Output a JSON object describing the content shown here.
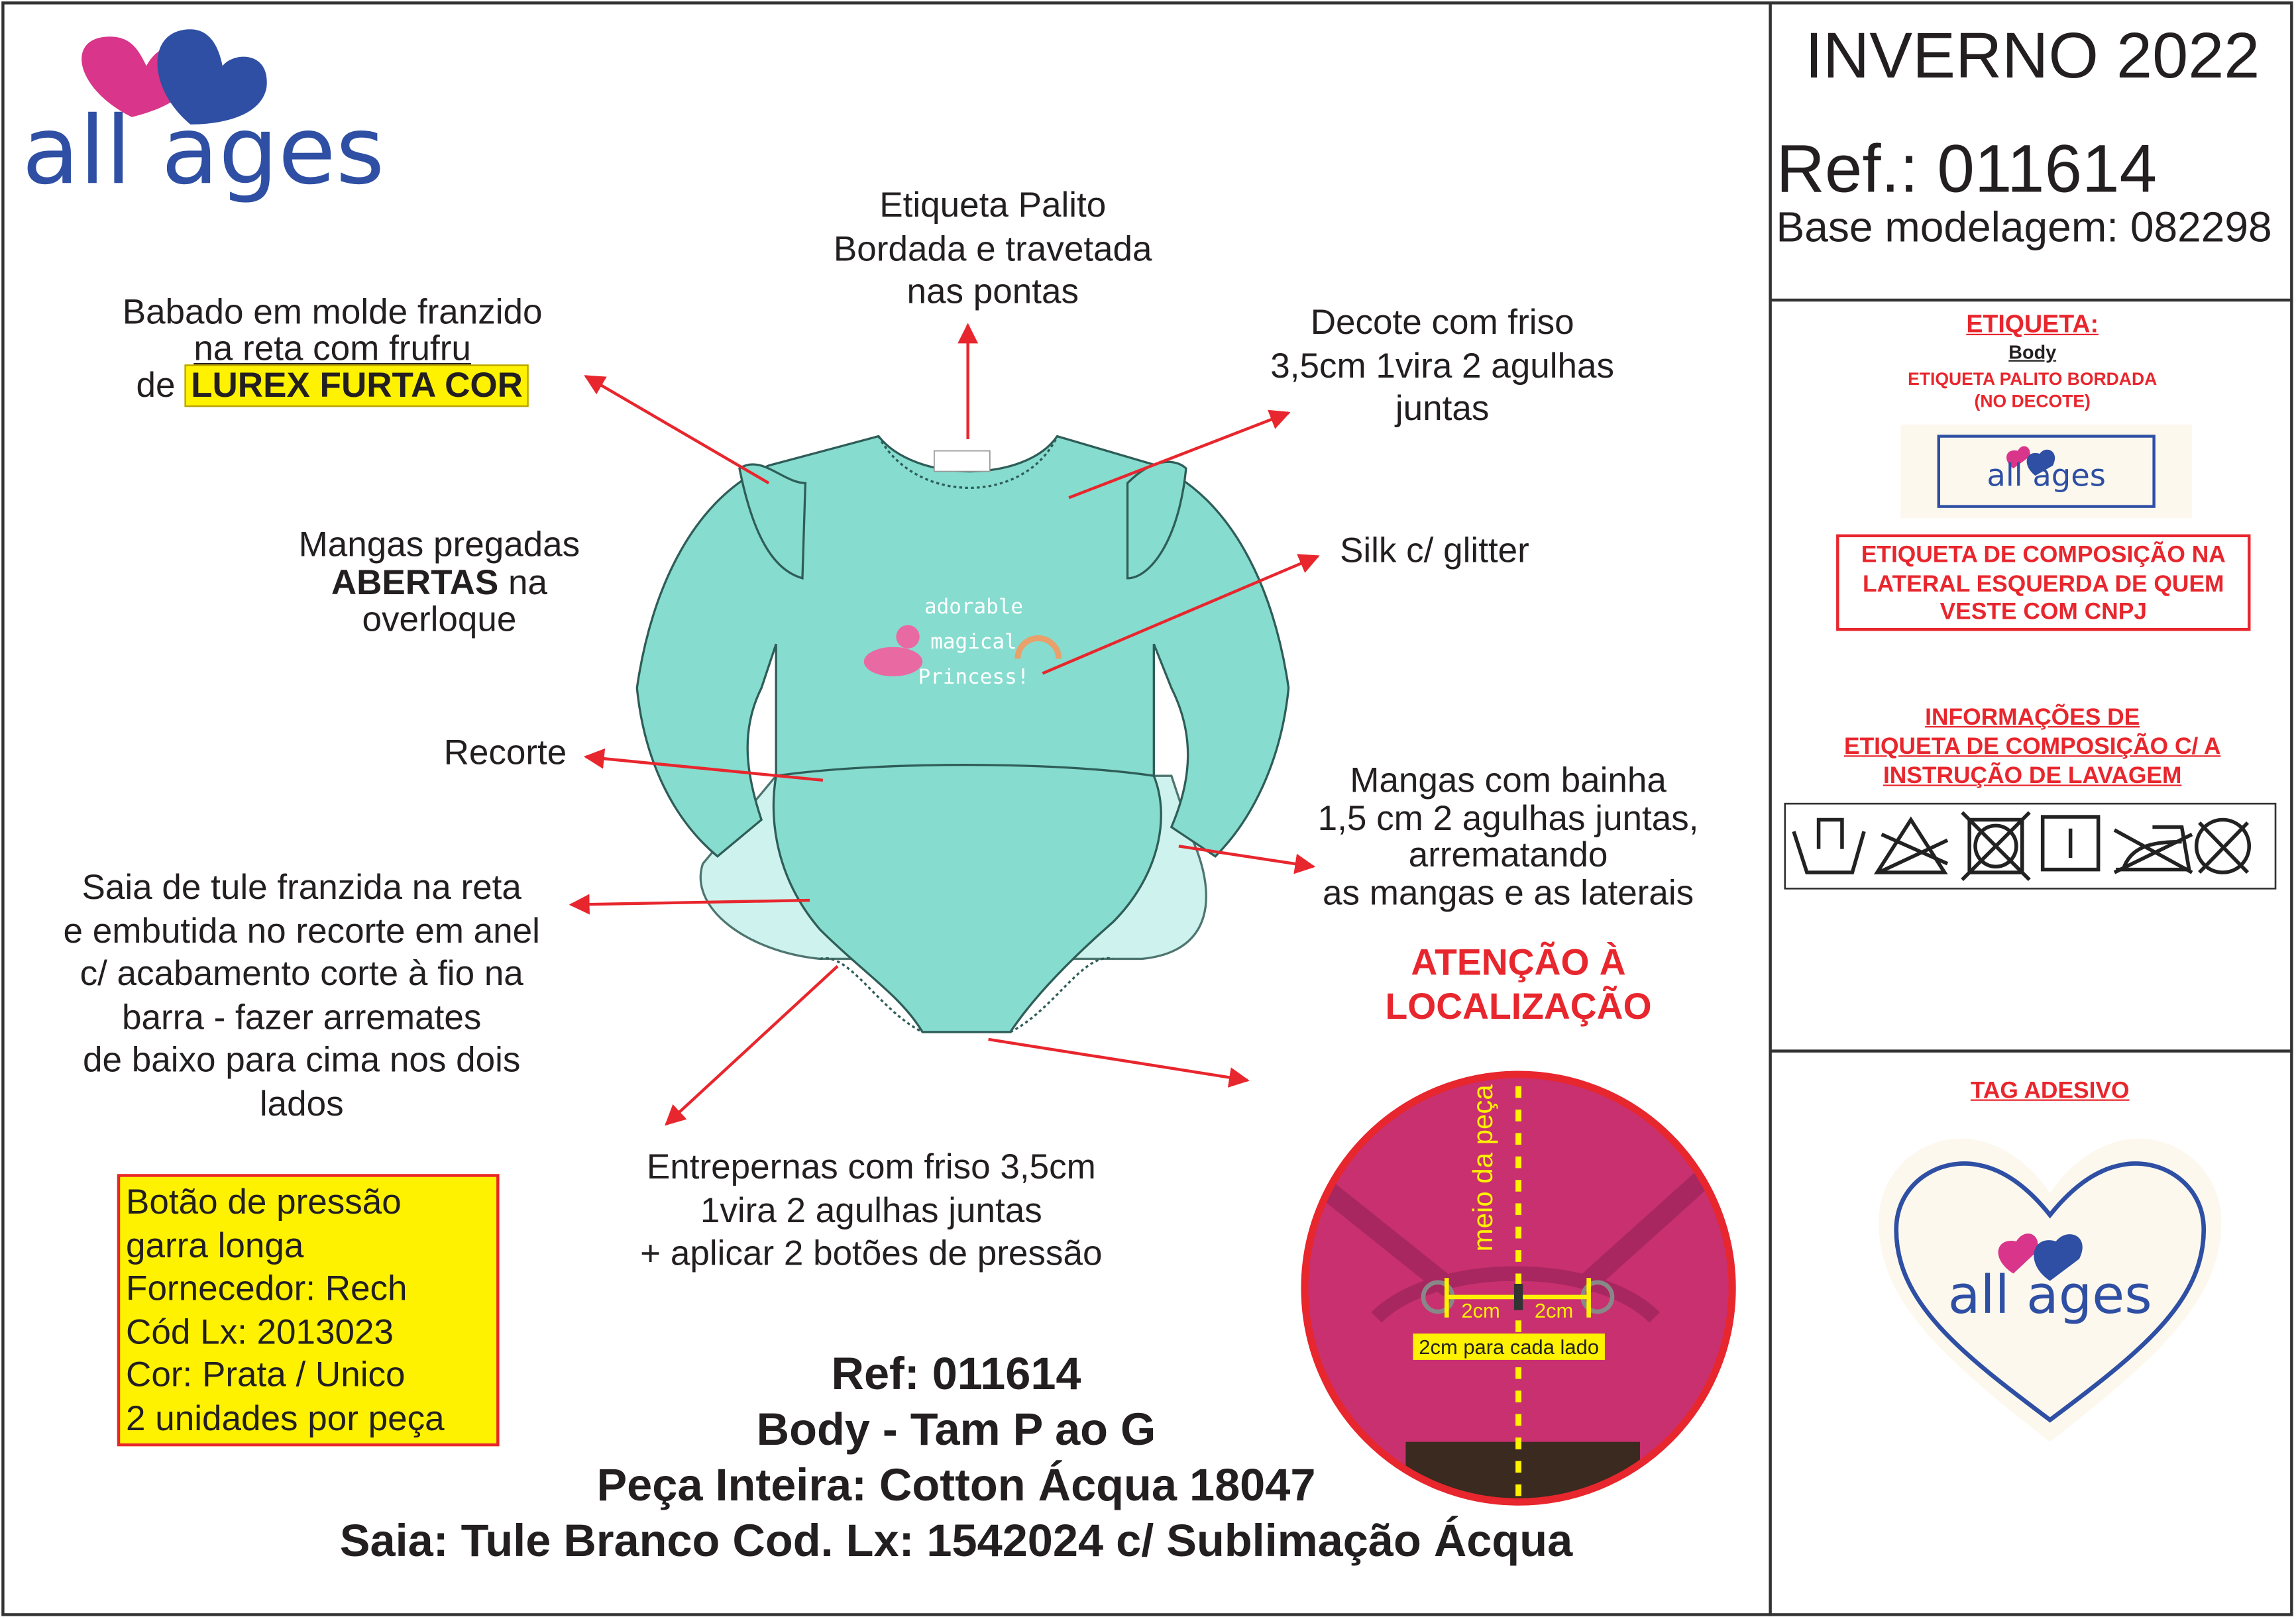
{
  "brand": {
    "name": "all ages"
  },
  "header": {
    "season": "INVERNO 2022",
    "ref": "Ref.: 011614",
    "base": "Base modelagem: 082298"
  },
  "etiqueta": {
    "title": "ETIQUETA:",
    "item": "Body",
    "line1": "ETIQUETA PALITO BORDADA",
    "line2": "(NO DECOTE)",
    "label_logo": "all ages",
    "composition_box": [
      "ETIQUETA DE COMPOSIÇÃO NA",
      "LATERAL ESQUERDA DE QUEM",
      "VESTE COM CNPJ"
    ],
    "info": [
      "INFORMAÇÕES DE",
      "ETIQUETA DE COMPOSIÇÃO C/ A",
      "INSTRUÇÃO DE LAVAGEM"
    ],
    "care_icons": [
      "hand-wash-icon",
      "no-bleach-icon",
      "no-tumble-dry-icon",
      "line-dry-icon",
      "no-iron-icon",
      "no-dry-clean-icon"
    ]
  },
  "tag": {
    "title": "TAG ADESIVO",
    "logo": "all ages"
  },
  "annotations": {
    "babado": [
      "Babado em molde franzido",
      "na reta com frufru",
      "de ",
      "LUREX FURTA COR"
    ],
    "etiqueta_palito": [
      "Etiqueta Palito",
      "Bordada e travetada",
      "nas pontas"
    ],
    "decote": [
      "Decote com friso",
      "3,5cm 1vira 2 agulhas",
      "juntas"
    ],
    "mangas_pregadas": [
      "Mangas pregadas",
      "ABERTAS",
      " na",
      "overloque"
    ],
    "silk": "Silk c/ glitter",
    "recorte": "Recorte",
    "mangas_bainha": [
      "Mangas com bainha",
      "1,5 cm  2 agulhas juntas,",
      "arrematando",
      "as mangas e as laterais"
    ],
    "saia": [
      "Saia de tule franzida na reta",
      "e embutida no recorte em anel",
      "c/ acabamento corte à fio na",
      "barra - fazer arremates",
      "de baixo para cima nos dois",
      "lados"
    ],
    "entrepernas": [
      "Entrepernas com friso 3,5cm",
      "1vira 2 agulhas juntas",
      "+ aplicar 2 botões de pressão"
    ]
  },
  "button_box": [
    "Botão de pressão",
    "garra longa",
    "Fornecedor: Rech",
    "Cód Lx: 2013023",
    "Cor: Prata / Unico",
    "2 unidades por peça"
  ],
  "print": [
    "adorable",
    "magical",
    "Princess!"
  ],
  "attention": {
    "title": [
      "ATENÇÃO À",
      "LOCALIZAÇÃO"
    ],
    "center_label": "meio da peça",
    "left": "2cm",
    "right": "2cm",
    "note": "2cm para cada lado"
  },
  "footer": [
    "Ref: 011614",
    "Body - Tam P ao G",
    "Peça Inteira: Cotton Ácqua 18047",
    "Saia: Tule Branco Cod. Lx: 1542024 c/ Sublimação Ácqua"
  ],
  "colors": {
    "red": "#e8262d",
    "blue": "#2e4fa3",
    "pink": "#d9358a",
    "aqua": "#86dccf",
    "yellow": "#fff200",
    "fabric": "#c8306f"
  }
}
